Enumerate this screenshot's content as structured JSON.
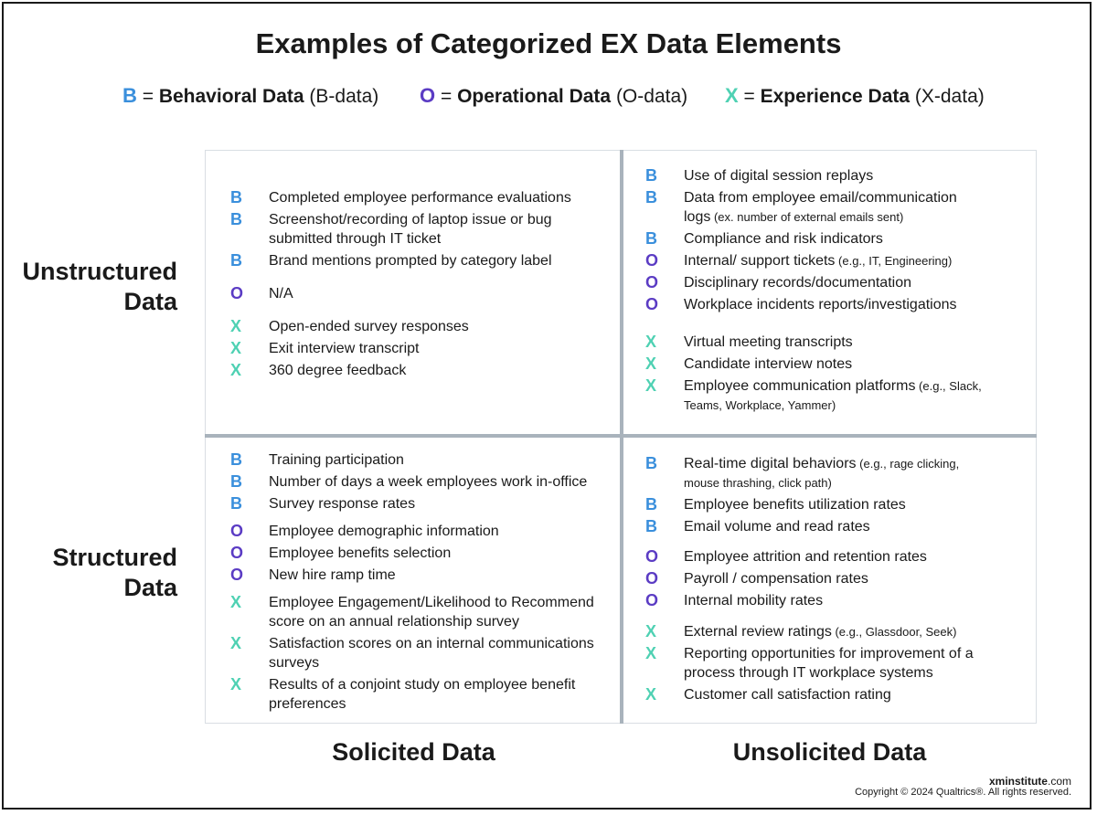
{
  "title": "Examples of Categorized EX Data Elements",
  "legend": [
    {
      "letter": "B",
      "eq": " = ",
      "name": "Behavioral Data",
      "abbr": " (B-data)"
    },
    {
      "letter": "O",
      "eq": " = ",
      "name": "Operational Data",
      "abbr": " (O-data)"
    },
    {
      "letter": "X",
      "eq": " = ",
      "name": "Experience Data",
      "abbr": " (X-data)"
    }
  ],
  "row_labels": {
    "unstructured": {
      "line1": "Unstructured",
      "line2": "Data"
    },
    "structured": {
      "line1": "Structured",
      "line2": "Data"
    }
  },
  "col_labels": {
    "solicited": "Solicited Data",
    "unsolicited": "Unsolicited Data"
  },
  "quadrants": {
    "unstructured_solicited": [
      {
        "type": "B",
        "text": "Completed employee performance evaluations",
        "small": ""
      },
      {
        "type": "B",
        "text": "Screenshot/recording of laptop issue or bug submitted through IT ticket",
        "small": ""
      },
      {
        "type": "B",
        "text": "Brand mentions prompted by category label",
        "small": ""
      },
      {
        "type": "O",
        "text": "N/A",
        "small": ""
      },
      {
        "type": "X",
        "text": "Open-ended survey responses",
        "small": ""
      },
      {
        "type": "X",
        "text": "Exit interview transcript",
        "small": ""
      },
      {
        "type": "X",
        "text": "360 degree feedback",
        "small": ""
      }
    ],
    "unstructured_unsolicited": [
      {
        "type": "B",
        "text": "Use of digital session replays",
        "small": ""
      },
      {
        "type": "B",
        "text": "Data from employee email/communication logs",
        "small": " (ex. number of external emails sent)"
      },
      {
        "type": "B",
        "text": "Compliance and risk indicators",
        "small": ""
      },
      {
        "type": "O",
        "text": "Internal/ support tickets",
        "small": " (e.g., IT, Engineering)"
      },
      {
        "type": "O",
        "text": "Disciplinary records/documentation",
        "small": ""
      },
      {
        "type": "O",
        "text": "Workplace incidents reports/investigations",
        "small": ""
      },
      {
        "type": "X",
        "text": "Virtual meeting transcripts",
        "small": ""
      },
      {
        "type": "X",
        "text": "Candidate interview notes",
        "small": ""
      },
      {
        "type": "X",
        "text": "Employee communication platforms",
        "small": " (e.g., Slack, Teams, Workplace, Yammer)"
      }
    ],
    "structured_solicited": [
      {
        "type": "B",
        "text": "Training participation",
        "small": ""
      },
      {
        "type": "B",
        "text": "Number of days a week employees work in-office",
        "small": ""
      },
      {
        "type": "B",
        "text": "Survey response rates",
        "small": ""
      },
      {
        "type": "O",
        "text": "Employee demographic information",
        "small": ""
      },
      {
        "type": "O",
        "text": "Employee benefits selection",
        "small": ""
      },
      {
        "type": "O",
        "text": "New hire ramp time",
        "small": ""
      },
      {
        "type": "X",
        "text": "Employee Engagement/Likelihood to Recommend score on an annual relationship survey",
        "small": ""
      },
      {
        "type": "X",
        "text": "Satisfaction scores on an internal communications surveys",
        "small": ""
      },
      {
        "type": "X",
        "text": "Results of a conjoint study on employee benefit preferences",
        "small": ""
      }
    ],
    "structured_unsolicited": [
      {
        "type": "B",
        "text": "Real-time digital behaviors",
        "small": " (e.g., rage clicking, mouse thrashing, click path)"
      },
      {
        "type": "B",
        "text": "Employee benefits utilization rates",
        "small": ""
      },
      {
        "type": "B",
        "text": "Email volume and read rates",
        "small": ""
      },
      {
        "type": "O",
        "text": "Employee attrition and retention rates",
        "small": ""
      },
      {
        "type": "O",
        "text": "Payroll / compensation rates",
        "small": ""
      },
      {
        "type": "O",
        "text": "Internal mobility rates",
        "small": ""
      },
      {
        "type": "X",
        "text": "External review ratings",
        "small": " (e.g., Glassdoor, Seek)"
      },
      {
        "type": "X",
        "text": "Reporting opportunities for improvement of a process through IT workplace systems",
        "small": ""
      },
      {
        "type": "X",
        "text": "Customer call satisfaction rating",
        "small": ""
      }
    ]
  },
  "footer": {
    "site": "xminstitute",
    "site_suffix": ".com",
    "copyright": "Copyright © 2024 Qualtrics®. All rights reserved."
  },
  "colors": {
    "B": "#3a8fdc",
    "O": "#5b3cc4",
    "X": "#4fd1b3"
  }
}
